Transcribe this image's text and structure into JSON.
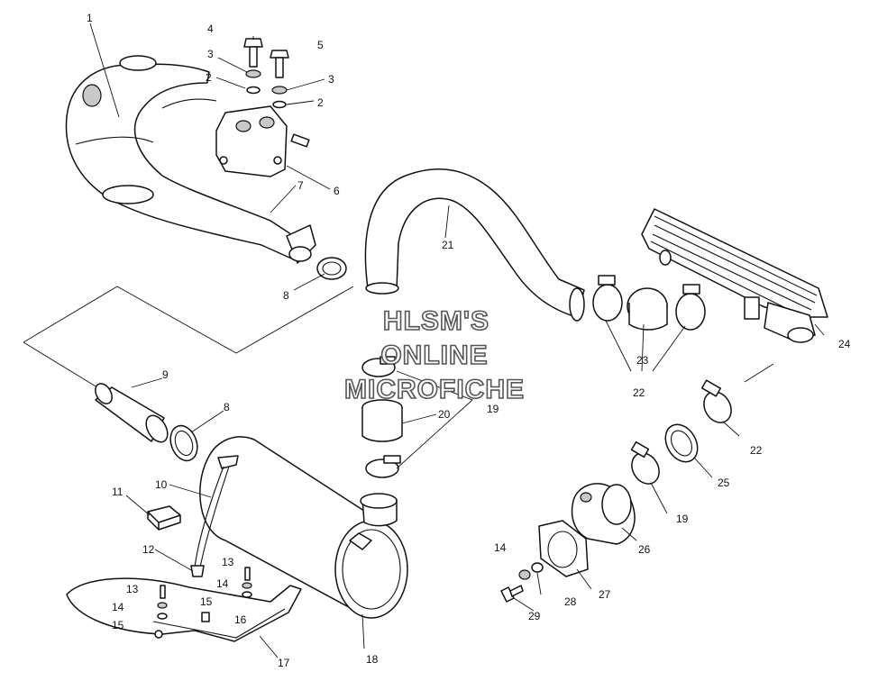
{
  "watermark": {
    "line1": "HLSM'S",
    "line2": "ONLINE",
    "line3": "MICROFICHE"
  },
  "callouts": [
    {
      "id": "c1",
      "text": "1"
    },
    {
      "id": "c4",
      "text": "4"
    },
    {
      "id": "c5",
      "text": "5"
    },
    {
      "id": "c3a",
      "text": "3"
    },
    {
      "id": "c3b",
      "text": "3"
    },
    {
      "id": "c2a",
      "text": "2"
    },
    {
      "id": "c2b",
      "text": "2"
    },
    {
      "id": "c6",
      "text": "6"
    },
    {
      "id": "c7",
      "text": "7"
    },
    {
      "id": "c8a",
      "text": "8"
    },
    {
      "id": "c8b",
      "text": "8"
    },
    {
      "id": "c9",
      "text": "9"
    },
    {
      "id": "c10",
      "text": "10"
    },
    {
      "id": "c11",
      "text": "11"
    },
    {
      "id": "c12",
      "text": "12"
    },
    {
      "id": "c13a",
      "text": "13"
    },
    {
      "id": "c13b",
      "text": "13"
    },
    {
      "id": "c14a",
      "text": "14"
    },
    {
      "id": "c14b",
      "text": "14"
    },
    {
      "id": "c14c",
      "text": "14"
    },
    {
      "id": "c15a",
      "text": "15"
    },
    {
      "id": "c15b",
      "text": "15"
    },
    {
      "id": "c16",
      "text": "16"
    },
    {
      "id": "c17",
      "text": "17"
    },
    {
      "id": "c18",
      "text": "18"
    },
    {
      "id": "c19a",
      "text": "19"
    },
    {
      "id": "c19b",
      "text": "19"
    },
    {
      "id": "c20",
      "text": "20"
    },
    {
      "id": "c21",
      "text": "21"
    },
    {
      "id": "c22a",
      "text": "22"
    },
    {
      "id": "c22b",
      "text": "22"
    },
    {
      "id": "c23",
      "text": "23"
    },
    {
      "id": "c24",
      "text": "24"
    },
    {
      "id": "c25",
      "text": "25"
    },
    {
      "id": "c26",
      "text": "26"
    },
    {
      "id": "c27",
      "text": "27"
    },
    {
      "id": "c28",
      "text": "28"
    },
    {
      "id": "c29",
      "text": "29"
    }
  ]
}
